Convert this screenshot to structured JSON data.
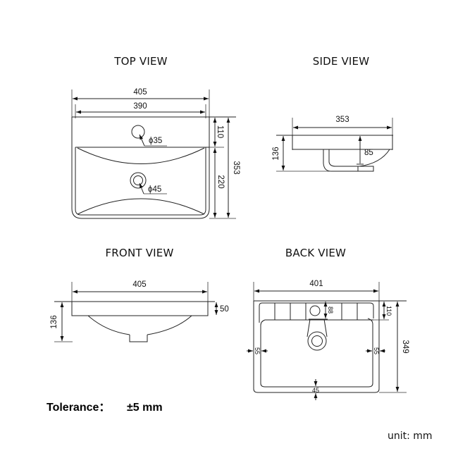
{
  "views": {
    "top": {
      "title": "TOP VIEW",
      "dims": {
        "outer_width": "405",
        "inner_width": "390",
        "back_depth": "110",
        "bowl_depth": "220",
        "total_depth": "353"
      },
      "holes": {
        "tap_hole": "ϕ35",
        "drain_hole": "ϕ45"
      }
    },
    "side": {
      "title": "SIDE VIEW",
      "dims": {
        "depth": "353",
        "height": "136",
        "bowl_drop": "85"
      }
    },
    "front": {
      "title": "FRONT VIEW",
      "dims": {
        "width": "405",
        "height": "136",
        "rim": "50"
      }
    },
    "back": {
      "title": "BACK VIEW",
      "dims": {
        "width": "401",
        "height": "349",
        "back_depth": "110",
        "tap_offset": "88",
        "left_wall": "55",
        "right_wall": "55",
        "bottom_wall": "45"
      }
    }
  },
  "footer": {
    "tolerance_label": "Tolerance：",
    "tolerance_value": "±5 mm",
    "unit_label": "unit: mm"
  }
}
